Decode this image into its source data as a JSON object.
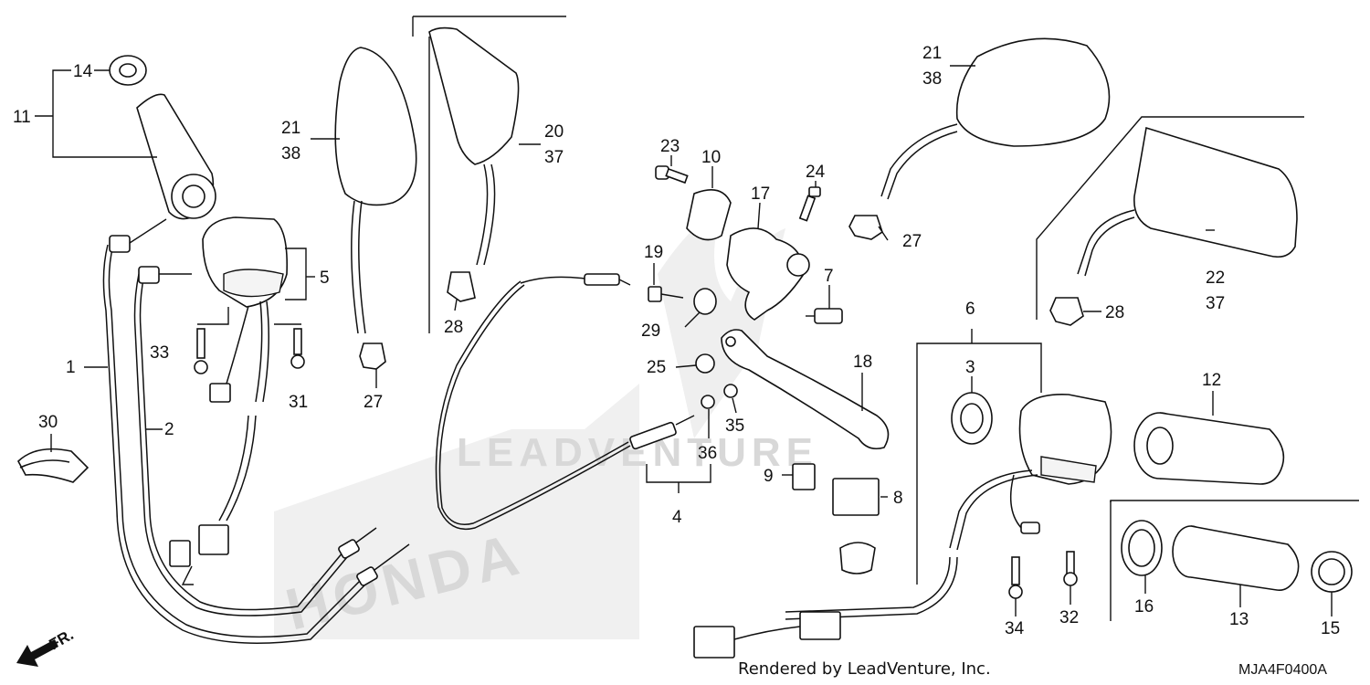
{
  "labels": {
    "l1": "1",
    "l2": "2",
    "l3": "3",
    "l4": "4",
    "l5": "5",
    "l6": "6",
    "l7": "7",
    "l8": "8",
    "l9": "9",
    "l10": "10",
    "l11": "11",
    "l12": "12",
    "l13": "13",
    "l14": "14",
    "l15": "15",
    "l16": "16",
    "l17": "17",
    "l18": "18",
    "l19": "19",
    "l20": "20",
    "l21a": "21",
    "l21b": "21",
    "l22": "22",
    "l23": "23",
    "l24": "24",
    "l25": "25",
    "l27a": "27",
    "l27b": "27",
    "l28a": "28",
    "l28b": "28",
    "l29": "29",
    "l30": "30",
    "l31": "31",
    "l32": "32",
    "l33": "33",
    "l34": "34",
    "l35": "35",
    "l36": "36",
    "l37a": "37",
    "l37b": "37",
    "l38a": "38",
    "l38b": "38"
  },
  "footer": {
    "credit": "Rendered by LeadVenture, Inc.",
    "code": "MJA4F0400A",
    "direction": "FR."
  },
  "watermark": {
    "brand": "HONDA",
    "vendor": "LEADVENTURE"
  }
}
